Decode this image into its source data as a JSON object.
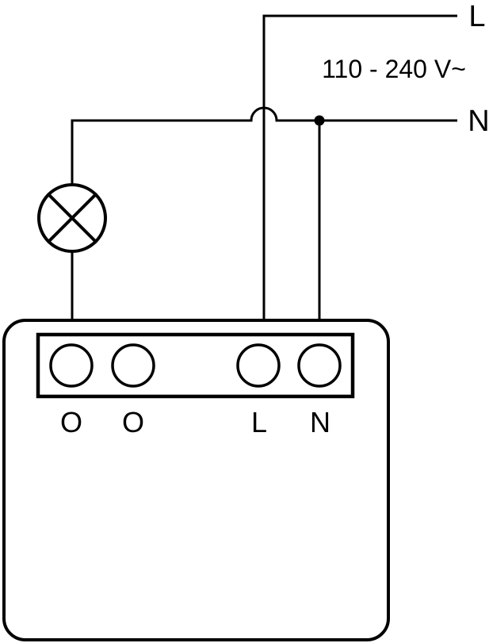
{
  "colors": {
    "stroke": "#000000",
    "background": "#ffffff"
  },
  "power": {
    "live_label": "L",
    "neutral_label": "N",
    "voltage_range": "110 - 240 V~"
  },
  "device": {
    "terminal_labels": [
      "O",
      "O",
      "L",
      "N"
    ]
  },
  "icons": {
    "lamp": "circle-with-x-lamp-symbol",
    "junction": "filled-dot",
    "crossover": "semicircular-wire-hop"
  }
}
